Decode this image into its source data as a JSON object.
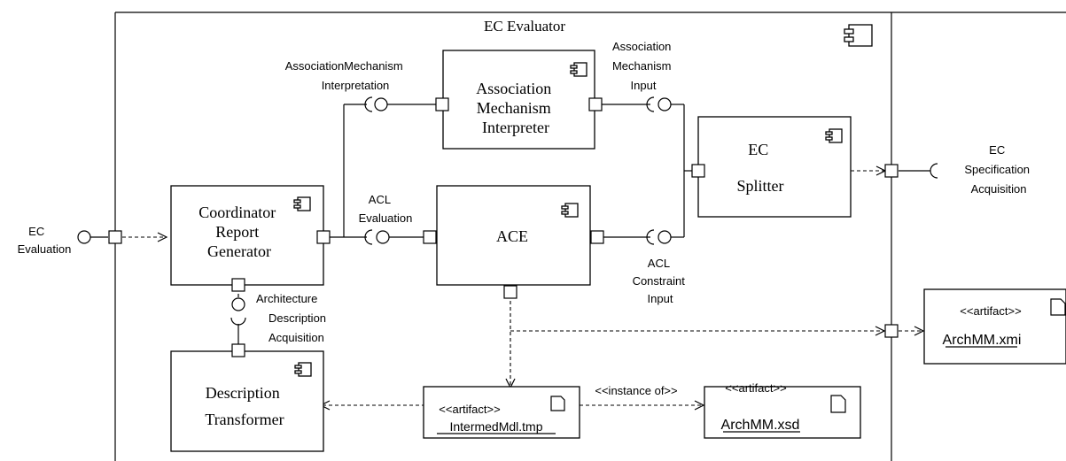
{
  "title": "EC Evaluator",
  "components": {
    "association_interpreter": [
      "Association",
      "Mechanism",
      "Interpreter"
    ],
    "ec_splitter": [
      "EC",
      "Splitter"
    ],
    "coordinator": [
      "Coordinator",
      "Report",
      "Generator"
    ],
    "ace": [
      "ACE"
    ],
    "description_transformer": [
      "Description",
      "Transformer"
    ]
  },
  "artifacts": {
    "stereotype": "<<artifact>>",
    "intermed": "IntermedMdl.tmp",
    "archmm_xsd": "ArchMM.xsd",
    "archmm_xmi": "ArchMM.xmi"
  },
  "interfaces": {
    "assoc_interpretation": [
      "AssociationMechanism",
      "Interpretation"
    ],
    "assoc_input": [
      "Association",
      "Mechanism",
      "Input"
    ],
    "ec_spec_acq": [
      "EC",
      "Specification",
      "Acquisition"
    ],
    "ec_evaluation": [
      "EC",
      "Evaluation"
    ],
    "acl_evaluation": [
      "ACL",
      "Evaluation"
    ],
    "acl_constraint_input": [
      "ACL",
      "Constraint",
      "Input"
    ],
    "arch_desc_acq": [
      "Architecture",
      "Description",
      "Acquisition"
    ]
  },
  "relations": {
    "instance_of": "<<instance of>>"
  }
}
